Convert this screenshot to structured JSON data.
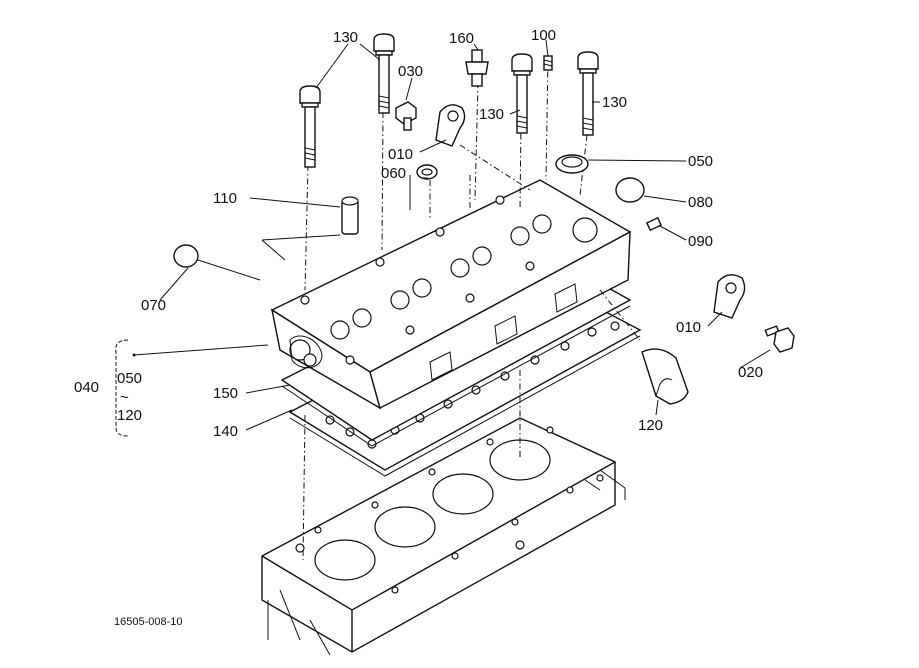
{
  "figure_code": "16505-008-10",
  "callouts": [
    {
      "key": "l130a",
      "text": "130"
    },
    {
      "key": "l030",
      "text": "030"
    },
    {
      "key": "l160",
      "text": "160"
    },
    {
      "key": "l100",
      "text": "100"
    },
    {
      "key": "l130b",
      "text": "130"
    },
    {
      "key": "l130c",
      "text": "130"
    },
    {
      "key": "l010a",
      "text": "010"
    },
    {
      "key": "l050a",
      "text": "050"
    },
    {
      "key": "l060",
      "text": "060"
    },
    {
      "key": "l110",
      "text": "110"
    },
    {
      "key": "l080",
      "text": "080"
    },
    {
      "key": "l090",
      "text": "090"
    },
    {
      "key": "l070",
      "text": "070"
    },
    {
      "key": "l010b",
      "text": "010"
    },
    {
      "key": "l020",
      "text": "020"
    },
    {
      "key": "l040",
      "text": "040"
    },
    {
      "key": "l050b",
      "text": "050"
    },
    {
      "key": "l120a",
      "text": "120"
    },
    {
      "key": "l150",
      "text": "150"
    },
    {
      "key": "l140",
      "text": "140"
    },
    {
      "key": "l120b",
      "text": "120"
    }
  ]
}
